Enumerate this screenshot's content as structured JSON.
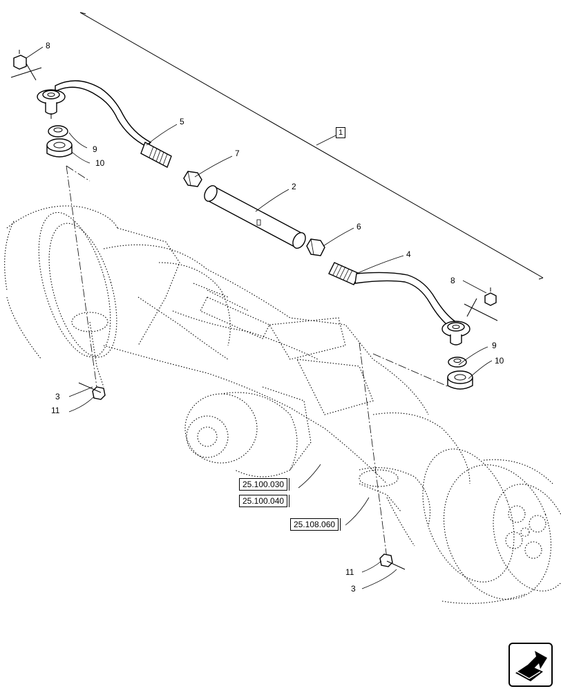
{
  "assembly_ref": "1",
  "callouts": {
    "c8a": "8",
    "c9a": "9",
    "c10a": "10",
    "c5": "5",
    "c7": "7",
    "c2": "2",
    "c6": "6",
    "c4": "4",
    "c8b": "8",
    "c9b": "9",
    "c10b": "10",
    "c3a": "3",
    "c11a": "11",
    "c11b": "11",
    "c3b": "3"
  },
  "references": {
    "ref_a": "25.100.030",
    "ref_b": "25.100.040",
    "ref_c": "25.108.060"
  },
  "icons": {
    "navigation": "next-page-arrow-icon"
  }
}
